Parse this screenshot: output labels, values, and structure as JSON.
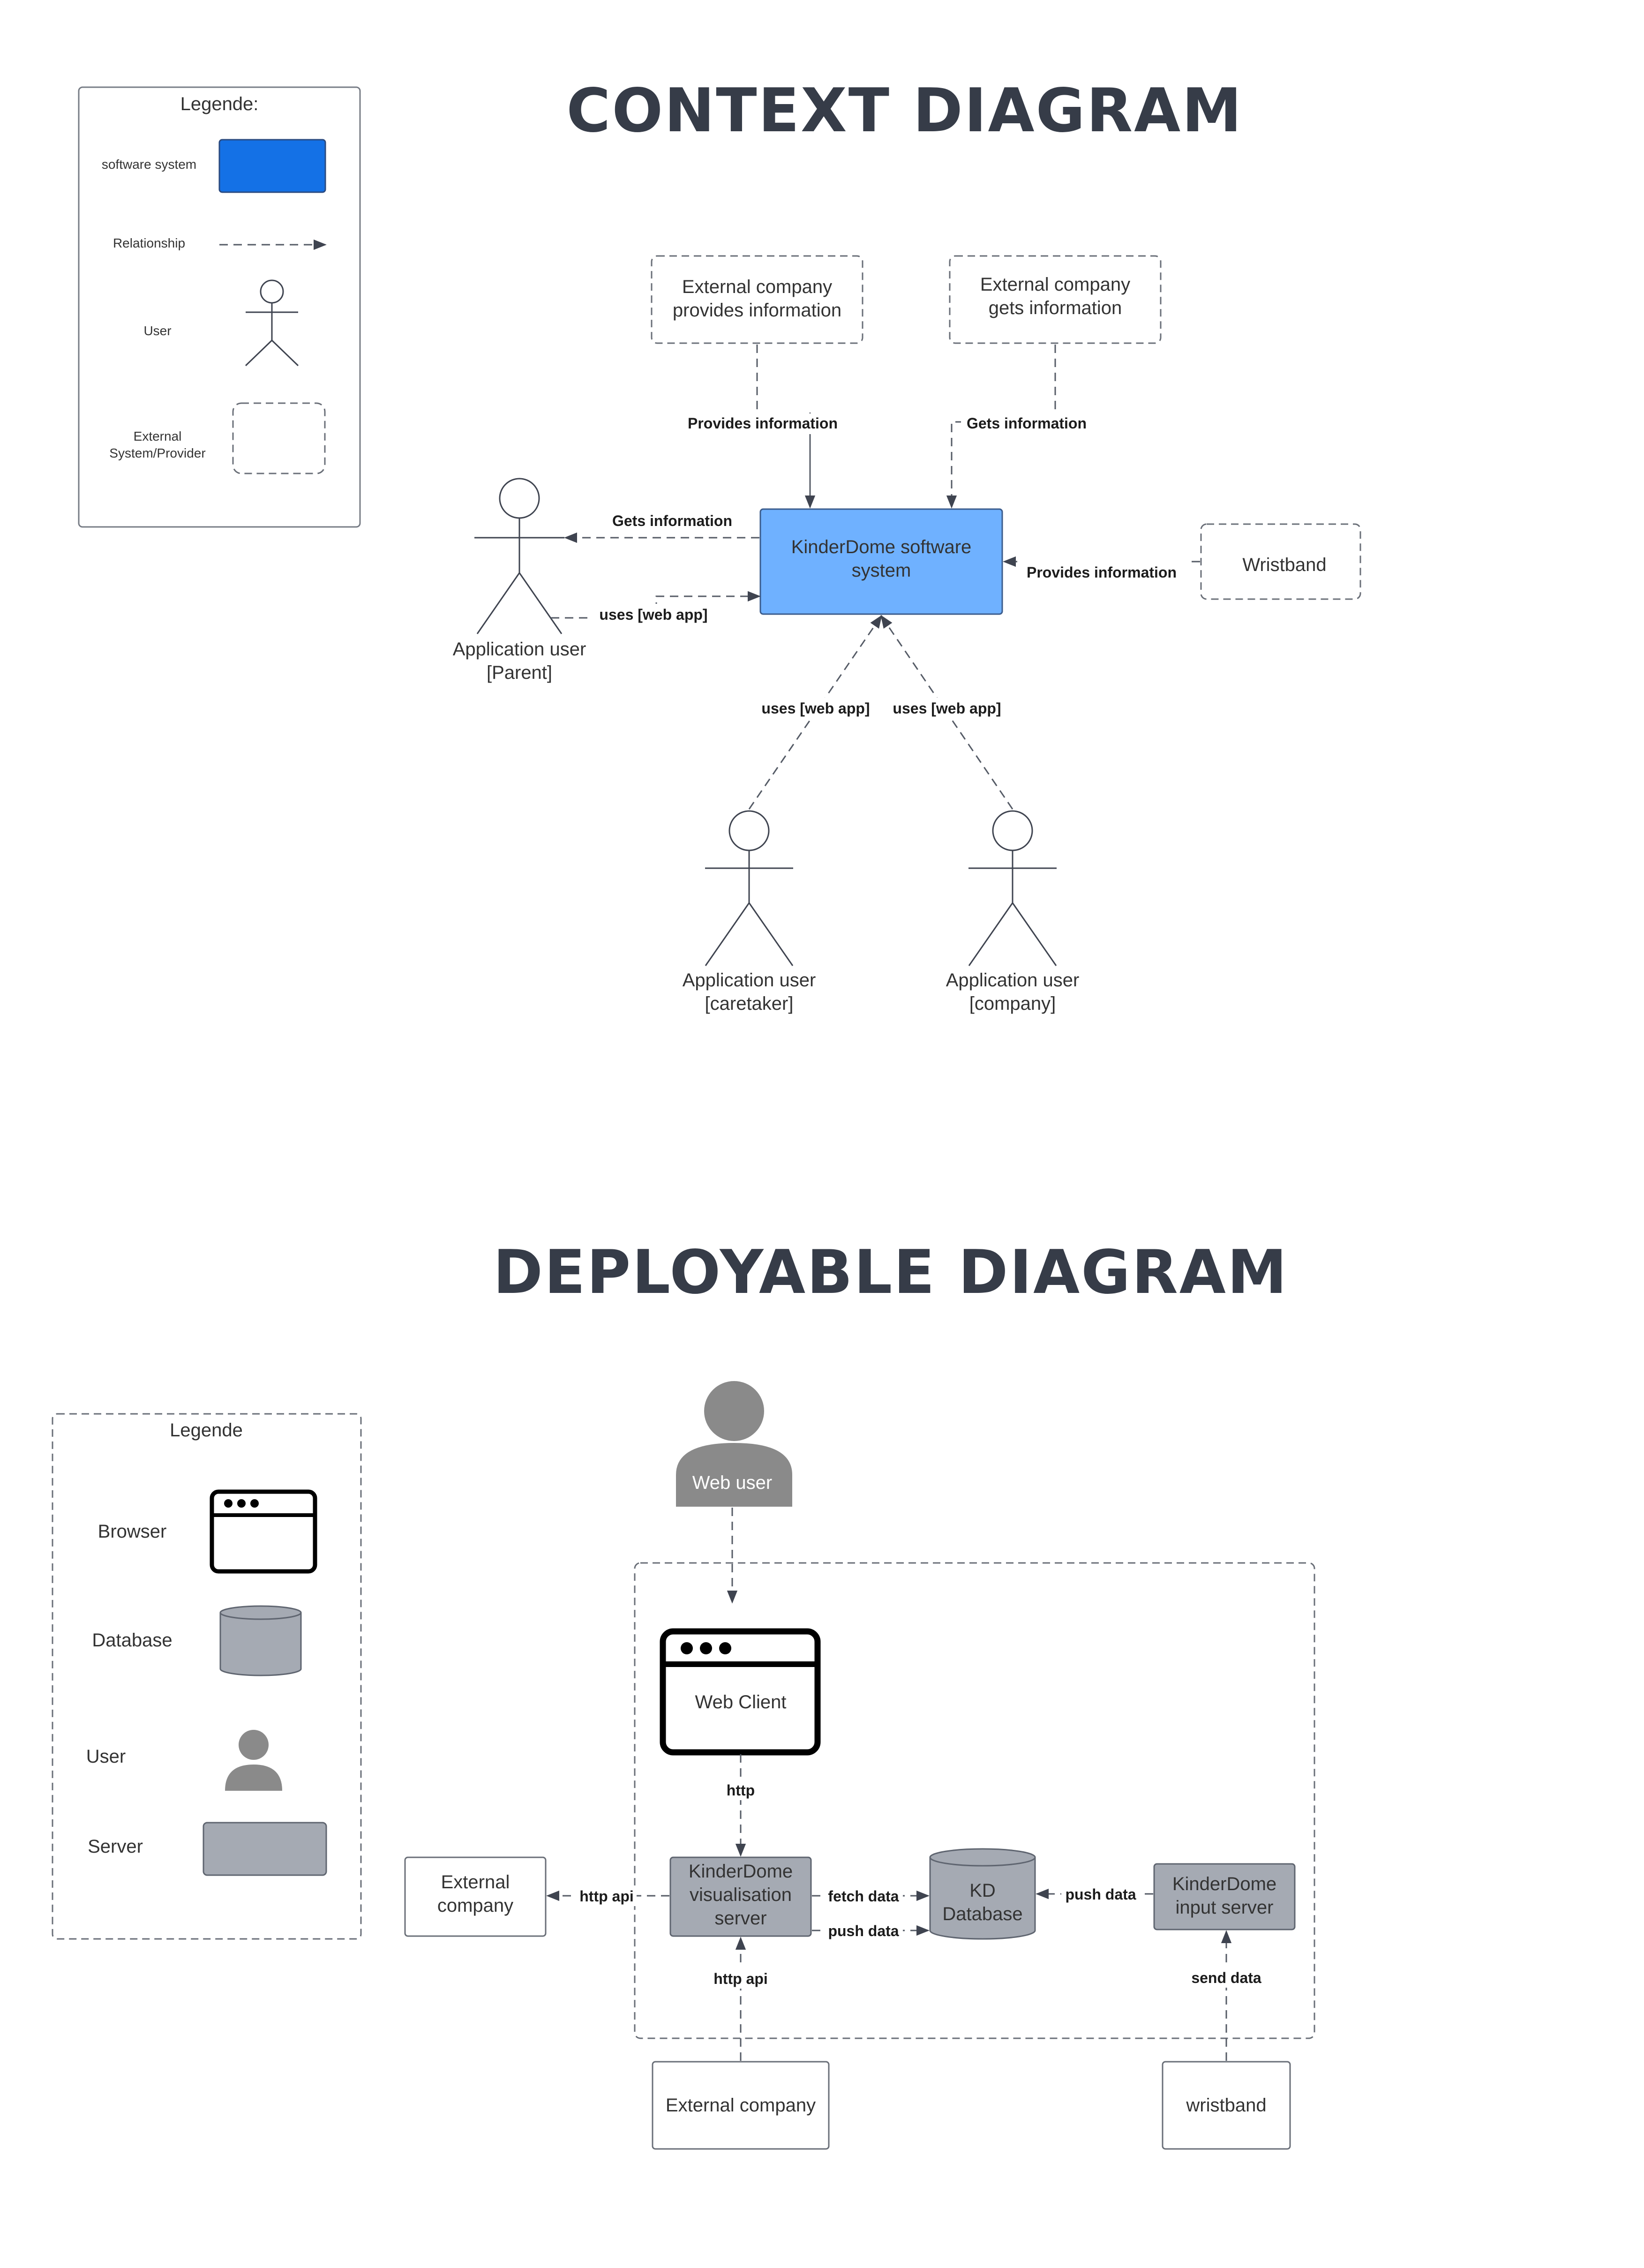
{
  "colors": {
    "title": "#363c48",
    "legend_system": "#1471e6",
    "main_system": "#6fb1ff",
    "server_gray": "#a5aab3",
    "user_gray": "#8a8a8a",
    "edge": "#555b66"
  },
  "context": {
    "title": "CONTEXT DIAGRAM",
    "legend": {
      "title": "Legende:",
      "software_system": "software system",
      "relationship": "Relationship",
      "user": "User",
      "external_line1": "External",
      "external_line2": "System/Provider"
    },
    "nodes": {
      "ext_provides": [
        "External company",
        "provides information"
      ],
      "ext_gets": [
        "External company",
        "gets information"
      ],
      "main": [
        "KinderDome software",
        "system"
      ],
      "wristband": "Wristband",
      "parent": [
        "Application user",
        "[Parent]"
      ],
      "caretaker": [
        "Application user",
        "[caretaker]"
      ],
      "company": [
        "Application user",
        "[company]"
      ]
    },
    "edges": {
      "provides_info": "Provides information",
      "gets_info_top": "Gets information",
      "gets_info_parent": "Gets information",
      "uses_web_parent": "uses [web app]",
      "wristband_provides": "Provides information",
      "uses_web_caretaker": "uses [web app]",
      "uses_web_company": "uses [web app]"
    }
  },
  "deployable": {
    "title": "DEPLOYABLE DIAGRAM",
    "legend": {
      "title": "Legende",
      "browser": "Browser",
      "database": "Database",
      "user": "User",
      "server": "Server"
    },
    "nodes": {
      "web_user": "Web user",
      "web_client": "Web Client",
      "vis_server": [
        "KinderDome",
        "visualisation",
        "server"
      ],
      "kd_database": [
        "KD",
        "Database"
      ],
      "input_server": [
        "KinderDome",
        "input server"
      ],
      "ext_company_left": [
        "External",
        "company"
      ],
      "ext_company_bottom": "External company",
      "wristband": "wristband"
    },
    "edges": {
      "http": "http",
      "http_api_left": "http api",
      "fetch_data": "fetch data",
      "push_data_vis": "push data",
      "push_data_input": "push data",
      "http_api_bottom": "http api",
      "send_data": "send data"
    }
  }
}
